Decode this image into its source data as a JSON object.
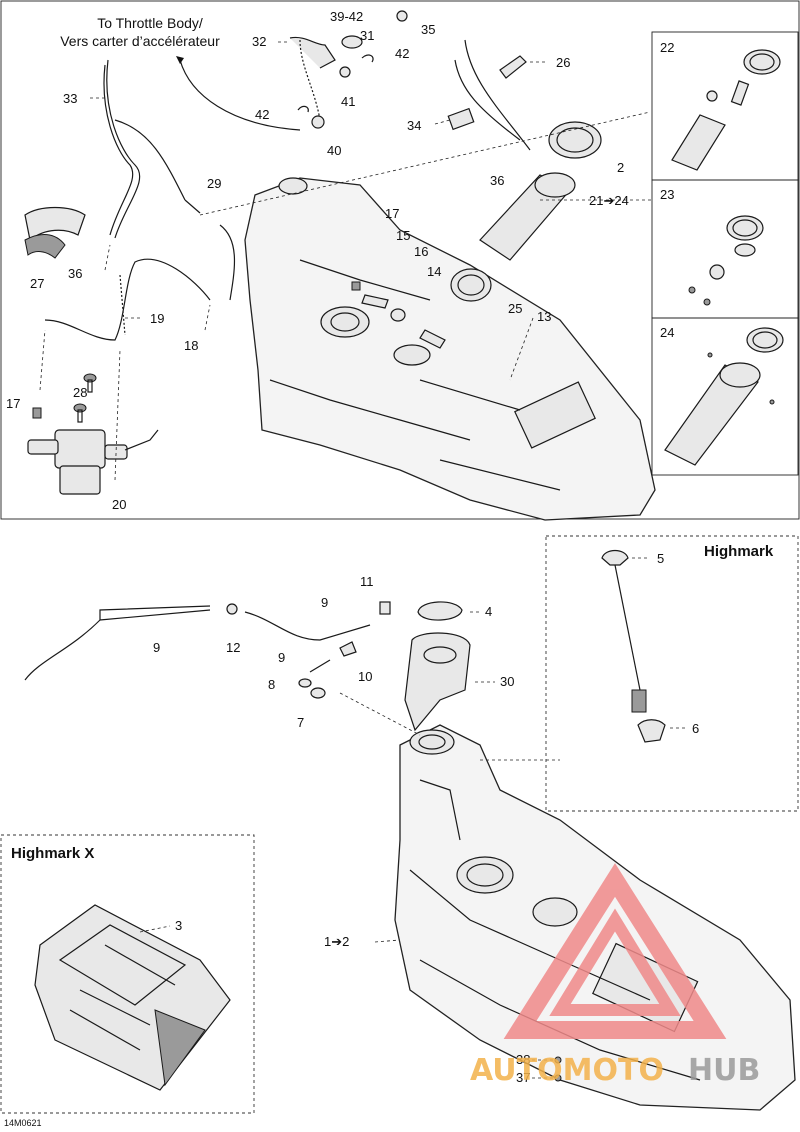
{
  "diagram": {
    "note_line1": "To Throttle Body/",
    "note_line2": "Vers carter d’accélérateur",
    "callouts_top": {
      "c2": "2",
      "c13": "13",
      "c14": "14",
      "c15": "15",
      "c16": "16",
      "c17a": "17",
      "c17b": "17",
      "c18": "18",
      "c19": "19",
      "c20": "20",
      "c21": "21➔24",
      "c25": "25",
      "c26": "26",
      "c27": "27",
      "c28": "28",
      "c29": "29",
      "c31": "31",
      "c32": "32",
      "c33": "33",
      "c34": "34",
      "c35": "35",
      "c36a": "36",
      "c36b": "36",
      "c3942": "39-42",
      "c40": "40",
      "c41": "41",
      "c42a": "42",
      "c42b": "42"
    },
    "inset_labels": {
      "i22": "22",
      "i23": "23",
      "i24": "24"
    },
    "callouts_bottom": {
      "c4": "4",
      "c7": "7",
      "c8": "8",
      "c9a": "9",
      "c9b": "9",
      "c9c": "9",
      "c10": "10",
      "c11": "11",
      "c12": "12",
      "c30": "30",
      "c12tank": "1➔2",
      "c38": "38",
      "c37": "37"
    },
    "highmark_box": {
      "title": "Highmark",
      "c5": "5",
      "c6": "6"
    },
    "highmarkx_box": {
      "title": "Highmark X",
      "c3": "3"
    },
    "figure_code": "14M0621"
  },
  "watermark": {
    "text_part1": "AUTOMOTO",
    "text_part2": "HUB",
    "color_primary": "#f08a8a",
    "color_secondary": "#f3b24b"
  }
}
